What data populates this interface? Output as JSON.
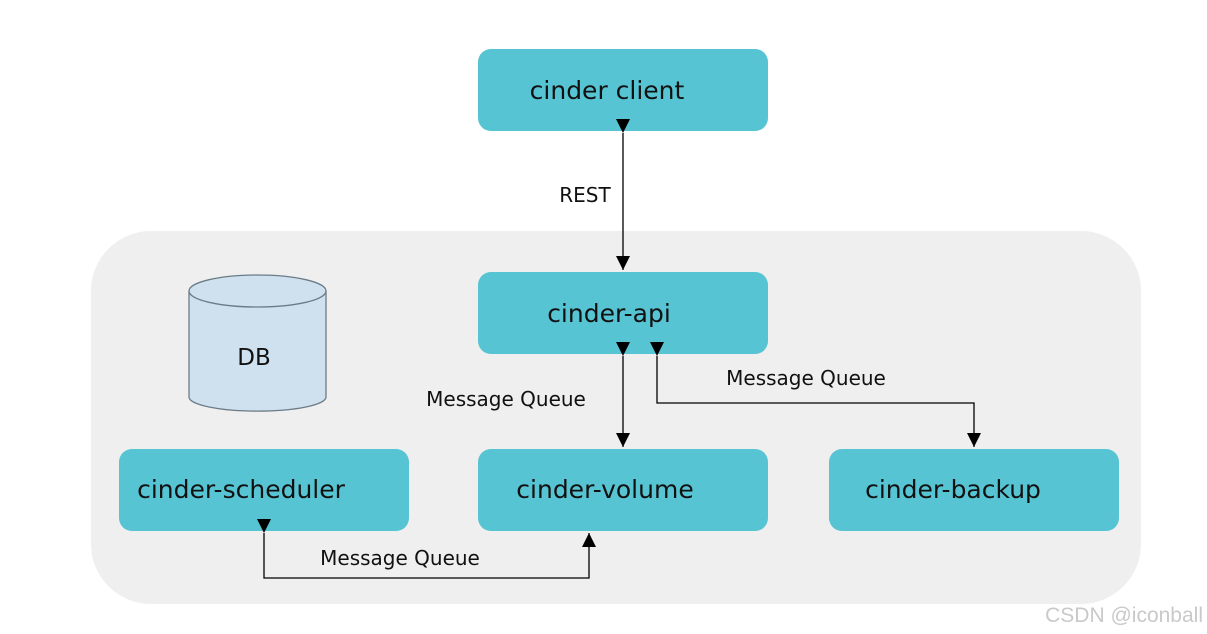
{
  "colors": {
    "node_fill": "#56c4d3",
    "region_fill": "#efefef",
    "db_fill": "#cfe1ee",
    "db_stroke": "#6b7b87",
    "edge_color": "#000000",
    "watermark_color": "#c9c9c9"
  },
  "nodes": {
    "client": {
      "label": "cinder client"
    },
    "api": {
      "label": "cinder-api"
    },
    "scheduler": {
      "label": "cinder-scheduler"
    },
    "volume": {
      "label": "cinder-volume"
    },
    "backup": {
      "label": "cinder-backup"
    },
    "db": {
      "label": "DB"
    }
  },
  "edges": [
    {
      "from": "cinder client",
      "to": "cinder-api",
      "label": "REST",
      "direction": "both"
    },
    {
      "from": "cinder-api",
      "to": "cinder-volume",
      "label": "Message Queue",
      "direction": "both"
    },
    {
      "from": "cinder-api",
      "to": "cinder-backup",
      "label": "Message Queue",
      "direction": "both"
    },
    {
      "from": "cinder-scheduler",
      "to": "cinder-volume",
      "label": "Message Queue",
      "direction": "both"
    }
  ],
  "watermark": "CSDN @iconball"
}
